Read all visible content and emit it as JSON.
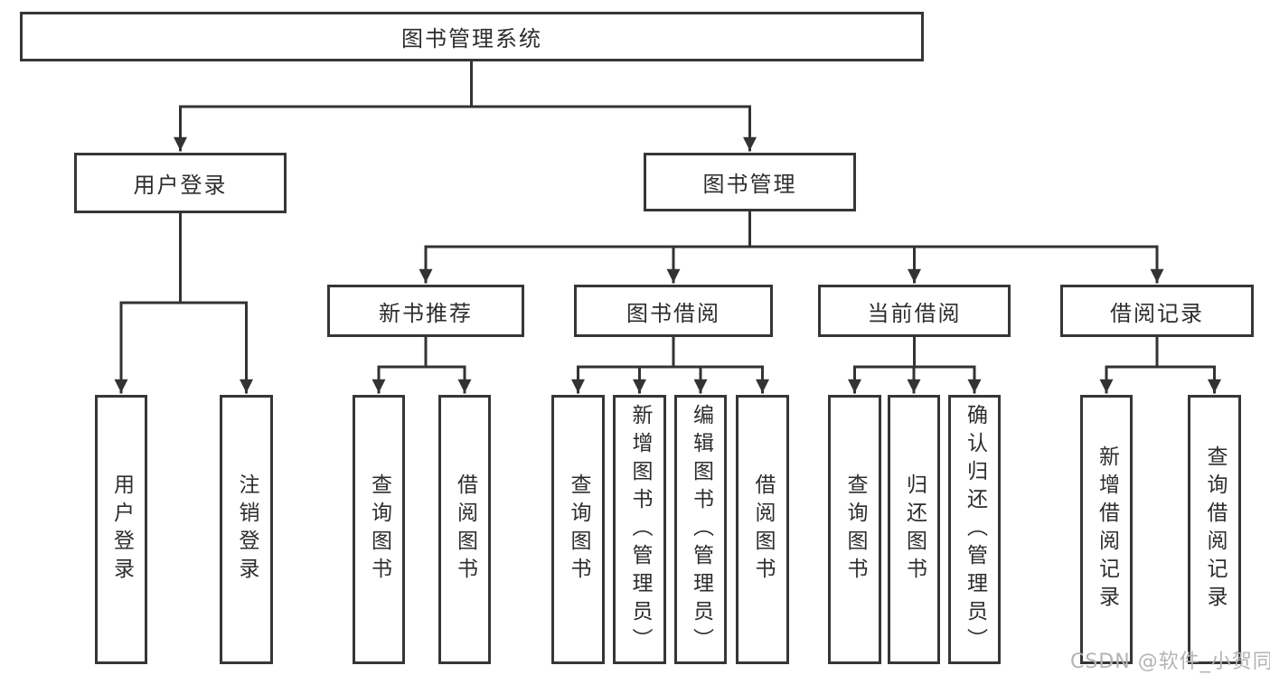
{
  "diagram": {
    "title": "图书管理系统",
    "level2": [
      {
        "label": "用户登录",
        "children": [
          {
            "label": "用户登录"
          },
          {
            "label": "注销登录"
          }
        ]
      },
      {
        "label": "图书管理",
        "children": [
          {
            "label": "新书推荐",
            "children": [
              {
                "label": "查询图书"
              },
              {
                "label": "借阅图书"
              }
            ]
          },
          {
            "label": "图书借阅",
            "children": [
              {
                "label": "查询图书"
              },
              {
                "label": "新增图书（管理员）"
              },
              {
                "label": "编辑图书（管理员）"
              },
              {
                "label": "借阅图书"
              }
            ]
          },
          {
            "label": "当前借阅",
            "children": [
              {
                "label": "查询图书"
              },
              {
                "label": "归还图书"
              },
              {
                "label": "确认归还（管理员）"
              }
            ]
          },
          {
            "label": "借阅记录",
            "children": [
              {
                "label": "新增借阅记录"
              },
              {
                "label": "查询借阅记录"
              }
            ]
          }
        ]
      }
    ]
  },
  "colors": {
    "line": "#333333",
    "border": "#363636",
    "text": "#2d2d2d",
    "watermark": "#b3b3b3"
  },
  "watermark": "CSDN @软件_小贺同学"
}
